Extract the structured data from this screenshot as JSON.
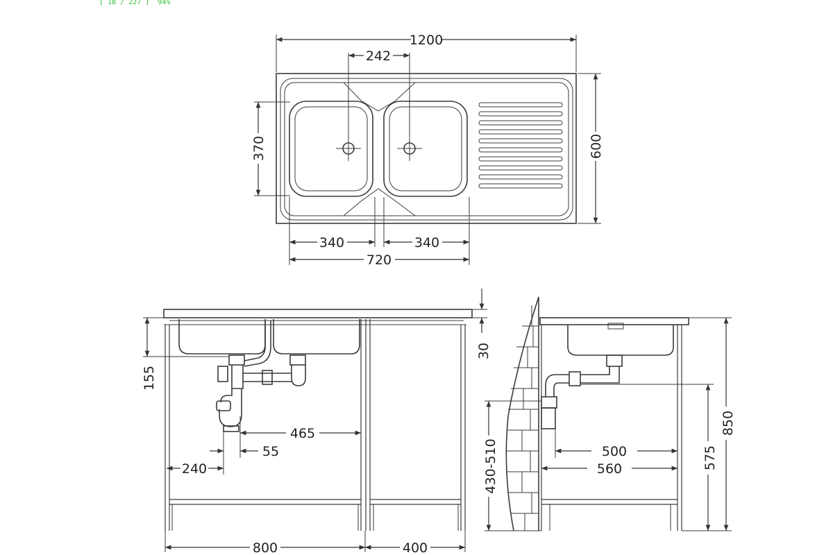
{
  "viewer": {
    "page_counter": "[ 18 / 227 ]",
    "zoom": "94%"
  },
  "dimensions": {
    "total_width": "1200",
    "drain_spacing": "242",
    "depth": "600",
    "bowl_depth": "370",
    "bowl_left": "340",
    "bowl_right": "340",
    "bowls_total": "720",
    "top_thickness": "30",
    "bowl_height": "155",
    "pipe_offset": "465",
    "pipe_gap": "55",
    "side_clearance": "240",
    "cabinet_main": "800",
    "cabinet_side": "400",
    "side_500": "500",
    "side_560": "560",
    "drain_height": "430-510",
    "outlet_height": "575",
    "total_height": "850"
  }
}
